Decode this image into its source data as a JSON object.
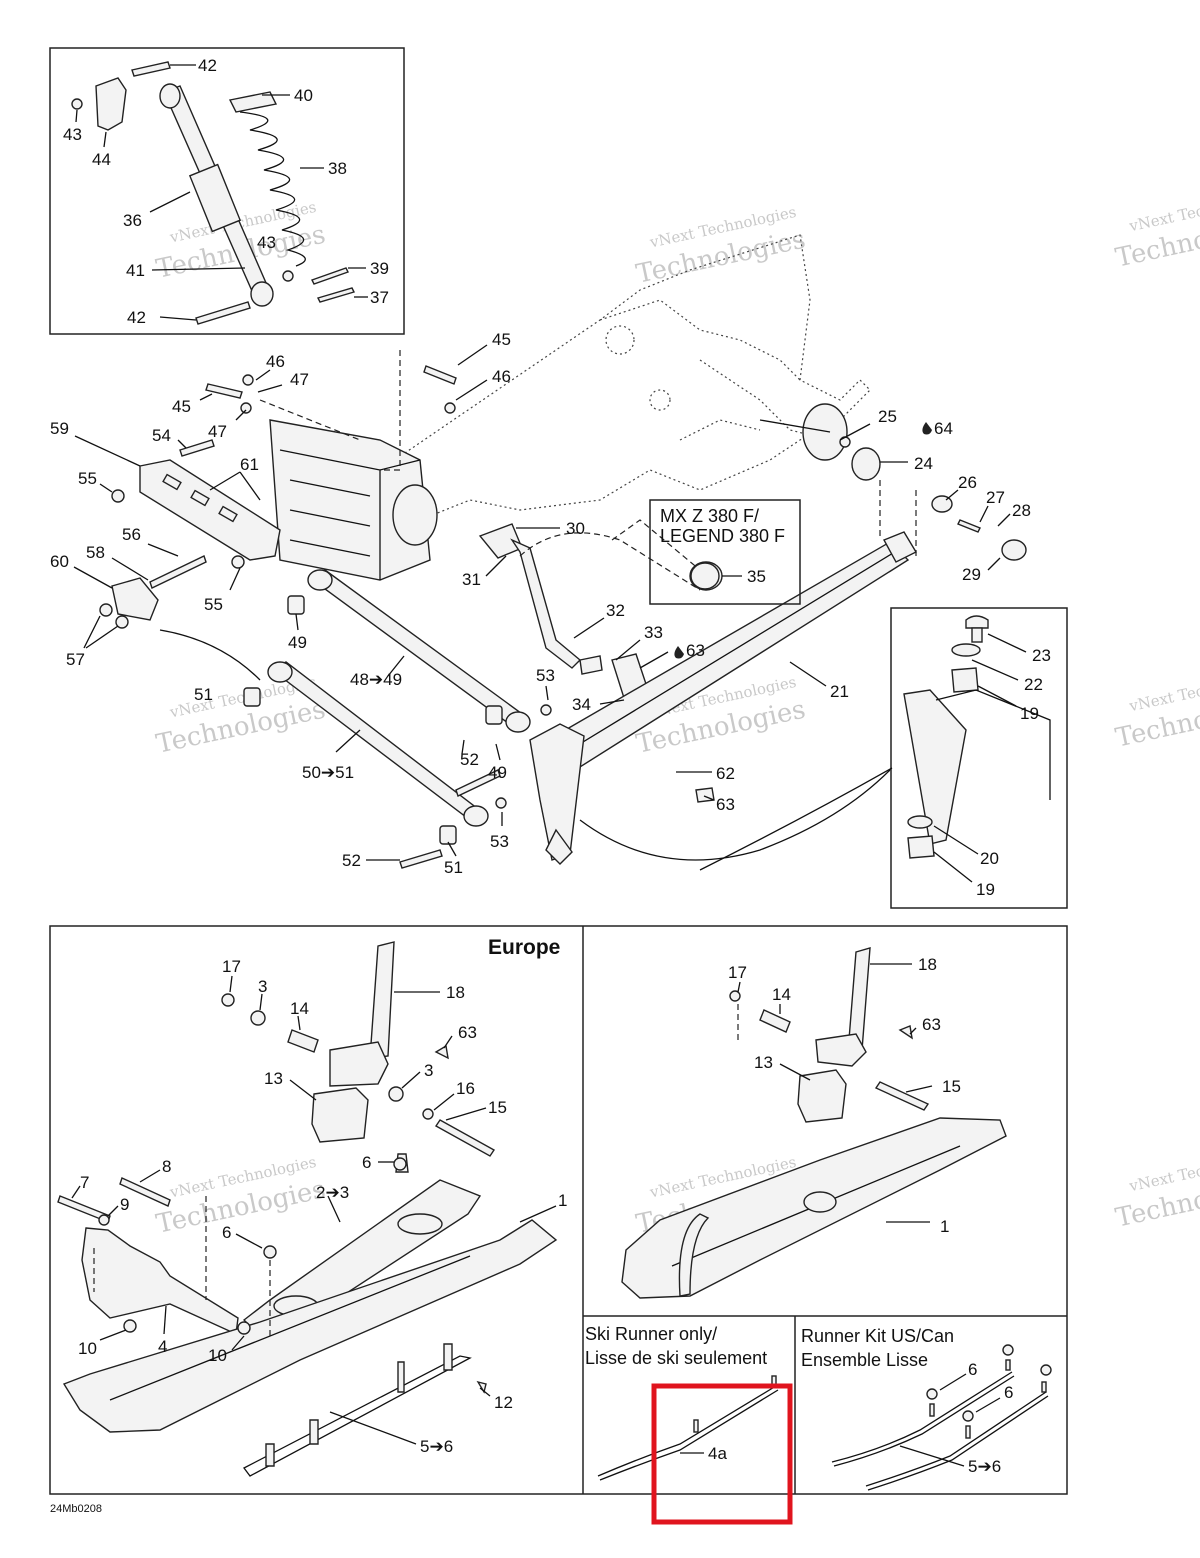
{
  "callouts": {
    "c42a": "42",
    "c40": "40",
    "c43a": "43",
    "c44": "44",
    "c38": "38",
    "c36": "36",
    "c43b": "43",
    "c41": "41",
    "c39": "39",
    "c37": "37",
    "c42b": "42",
    "c45a": "45",
    "c46a": "46",
    "c46b": "46",
    "c47a": "47",
    "c45b": "45",
    "c47b": "47",
    "c59": "59",
    "c54": "54",
    "c61": "61",
    "c55a": "55",
    "c56": "56",
    "c58": "58",
    "c60": "60",
    "c55b": "55",
    "c57": "57",
    "c49a": "49",
    "c48": "48➔49",
    "c51a": "51",
    "c50": "50➔51",
    "c52a": "52",
    "c49b": "49",
    "c53a": "53",
    "c52b": "52",
    "c51b": "51",
    "c53b": "53",
    "c30": "30",
    "c31": "31",
    "c32": "32",
    "c33": "33",
    "c63a": "63",
    "c34": "34",
    "c21": "21",
    "c62": "62",
    "c63b": "63",
    "c25": "25",
    "c64": "64",
    "c24": "24",
    "c26": "26",
    "c27": "27",
    "c28": "28",
    "c29": "29",
    "c35": "35",
    "c23": "23",
    "c22": "22",
    "c19a": "19",
    "c20": "20",
    "c19b": "19",
    "e17": "17",
    "e3a": "3",
    "e14": "14",
    "e18": "18",
    "e63": "63",
    "e13": "13",
    "e3b": "3",
    "e16": "16",
    "e15": "15",
    "e6a": "6",
    "e7": "7",
    "e8": "8",
    "e9": "9",
    "e23": "2➔3",
    "e1": "1",
    "e6b": "6",
    "e10a": "10",
    "e4": "4",
    "e10b": "10",
    "e12": "12",
    "e56": "5➔6",
    "n17": "17",
    "n14": "14",
    "n18": "18",
    "n63": "63",
    "n13": "13",
    "n15": "15",
    "n1": "1",
    "r4a": "4a",
    "k6a": "6",
    "k6b": "6",
    "k56": "5➔6"
  },
  "boxes": {
    "mxz_line1": "MX Z 380 F/",
    "mxz_line2": "LEGEND 380 F",
    "europe": "Europe",
    "ski_runner_line1": "Ski Runner only/",
    "ski_runner_line2": "Lisse de ski seulement",
    "runner_kit_line1": "Runner Kit US/Can",
    "runner_kit_line2": "Ensemble Lisse"
  },
  "watermark": {
    "line1": "vNext Technologies",
    "line2": "Technologies"
  },
  "footer": {
    "code": "24Mb0208"
  },
  "colors": {
    "highlight": "#e0141e",
    "ink": "#111111",
    "watermark": "#c9c9c9"
  }
}
